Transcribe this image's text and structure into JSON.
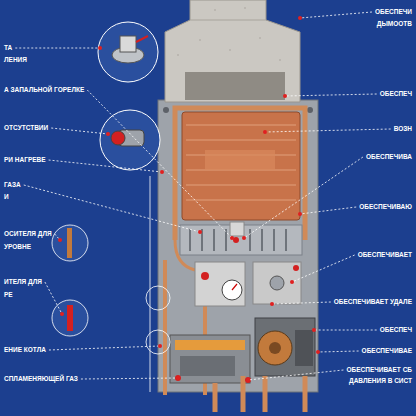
{
  "diagram": {
    "labels": [
      "ТА",
      "ЛЕНИЯ",
      "А ЗАПАЛЬНОЙ ГОРЕЛКЕ",
      "ОТСУТСТВИИ",
      "РИ НАГРЕВЕ",
      "ГАЗА",
      "И",
      "ОСИТЕЛЯ ДЛЯ",
      "УРОВНЕ",
      "ИТЕЛЯ ДЛЯ",
      "РЕ",
      "ЕНИЕ КОТЛА",
      "СПЛАМЕНЯЮЩЕЙ ГАЗ",
      "ОБЕСПЕЧИ",
      "ДЫМООТВ",
      "ОБЕСПЕЧ",
      "ВОЗН",
      "ОБЕСПЕЧИВА",
      "ОБЕСПЕЧИВАЮ",
      "ОБЕСПЕЧИВАЕТ",
      "ОБЕСПЕЧИВАЕТ УДАЛЕ",
      "ОБЕСПЕЧ",
      "ОБЕСПЕЧИВАЕ",
      "ОБЕСПЕЧИВАЕТ СБ",
      "ДАВЛЕНИЯ В СИСТ"
    ]
  }
}
